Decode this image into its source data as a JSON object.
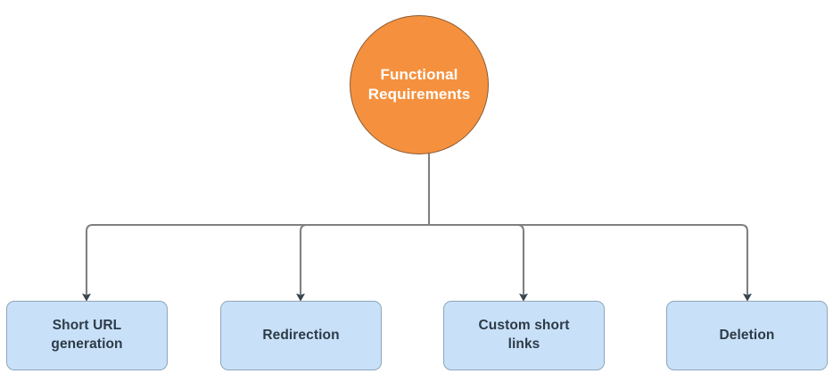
{
  "diagram": {
    "title": "Functional Requirements",
    "type": "tree",
    "root": {
      "id": "functional-requirements",
      "label": "Functional\nRequirements",
      "shape": "circle",
      "fill": "#F5913E",
      "border": "#8A5A33",
      "text_color": "#FFFFFF"
    },
    "children": [
      {
        "id": "short-url-generation",
        "label": "Short URL\ngeneration",
        "shape": "rounded-rectangle",
        "fill": "#C8E1F8",
        "border": "#8FA6BD",
        "text_color": "#2E3A48"
      },
      {
        "id": "redirection",
        "label": "Redirection",
        "shape": "rounded-rectangle",
        "fill": "#C8E1F8",
        "border": "#8FA6BD",
        "text_color": "#2E3A48"
      },
      {
        "id": "custom-short-links",
        "label": "Custom short\nlinks",
        "shape": "rounded-rectangle",
        "fill": "#C8E1F8",
        "border": "#8FA6BD",
        "text_color": "#2E3A48"
      },
      {
        "id": "deletion",
        "label": "Deletion",
        "shape": "rounded-rectangle",
        "fill": "#C8E1F8",
        "border": "#8FA6BD",
        "text_color": "#2E3A48"
      }
    ],
    "connectors": {
      "style": "orthogonal-elbow",
      "line_color": "#808080",
      "arrow_color": "#3A4550",
      "arrowhead": "filled-triangle",
      "count": 4
    },
    "background": "#FFFFFF"
  }
}
